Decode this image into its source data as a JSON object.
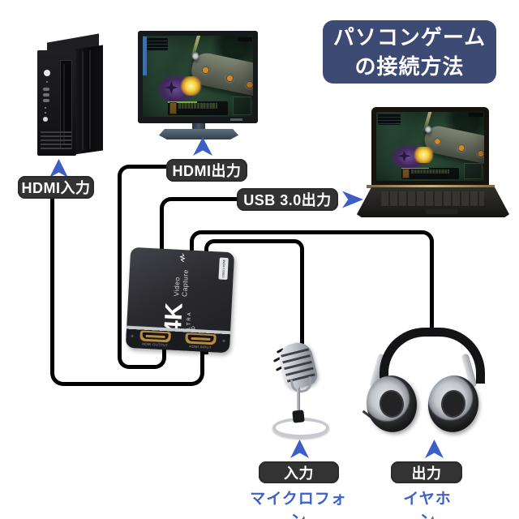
{
  "title": {
    "line1": "パソコンゲーム",
    "line2": "の接続方法"
  },
  "labels": {
    "hdmi_input": "HDMI入力",
    "hdmi_output": "HDMI出力",
    "usb_output": "USB 3.0出力",
    "audio_in": "入力",
    "audio_out": "出力"
  },
  "captions": {
    "microphone": "マイクロフォン",
    "earphone": "イヤホン"
  },
  "device": {
    "badge_4k": "4K",
    "badge_ultra": "ULTRA HD",
    "name": "Video Capture",
    "sticker": "USB3.0 HDMI",
    "port_left": "HDMI OUTPUT",
    "port_right": "HDMI INPUT"
  },
  "icons": {
    "up_arrow": "notched triangle pointing up",
    "right_arrow": "notched triangle pointing right",
    "waveform": "white zigzag signal wave"
  },
  "colors": {
    "background": "#FFFFFF",
    "title_bg": "#3D4A73",
    "label_bg": "#333333",
    "label_text": "#FFFFFF",
    "arrow_blue": "#3D5EC4",
    "caption_blue": "#3B62C8",
    "cable": "#000000",
    "device_trim": "#C6CACF",
    "port_gold": "#B8893F"
  }
}
